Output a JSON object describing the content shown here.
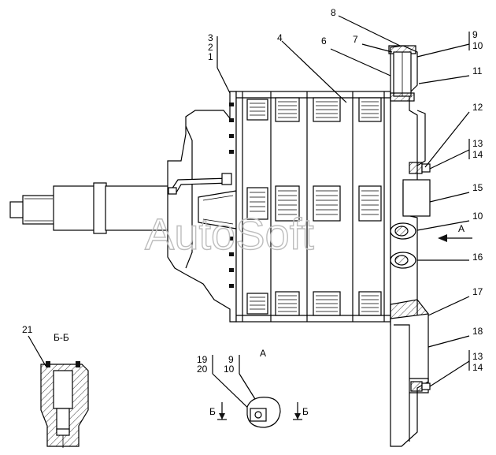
{
  "watermark": "AutoSoft",
  "callouts": {
    "c1": "1",
    "c2": "2",
    "c3": "3",
    "c4": "4",
    "c6": "6",
    "c7": "7",
    "c8": "8",
    "c9a": "9",
    "c10a": "10",
    "c11": "11",
    "c12": "12",
    "c13a": "13",
    "c14a": "14",
    "c15": "15",
    "c10b": "10",
    "c16": "16",
    "c17": "17",
    "c18": "18",
    "c13b": "13",
    "c14b": "14",
    "c21": "21",
    "c19": "19",
    "c20": "20",
    "c9b": "9",
    "c10c": "10"
  },
  "view_a": {
    "title": "А",
    "arrow_label": "А"
  },
  "section": {
    "title": "Б-Б",
    "cut_left": "Б",
    "cut_right": "Б"
  },
  "colors": {
    "line": "#000000",
    "watermark": "#bdbdbd"
  }
}
